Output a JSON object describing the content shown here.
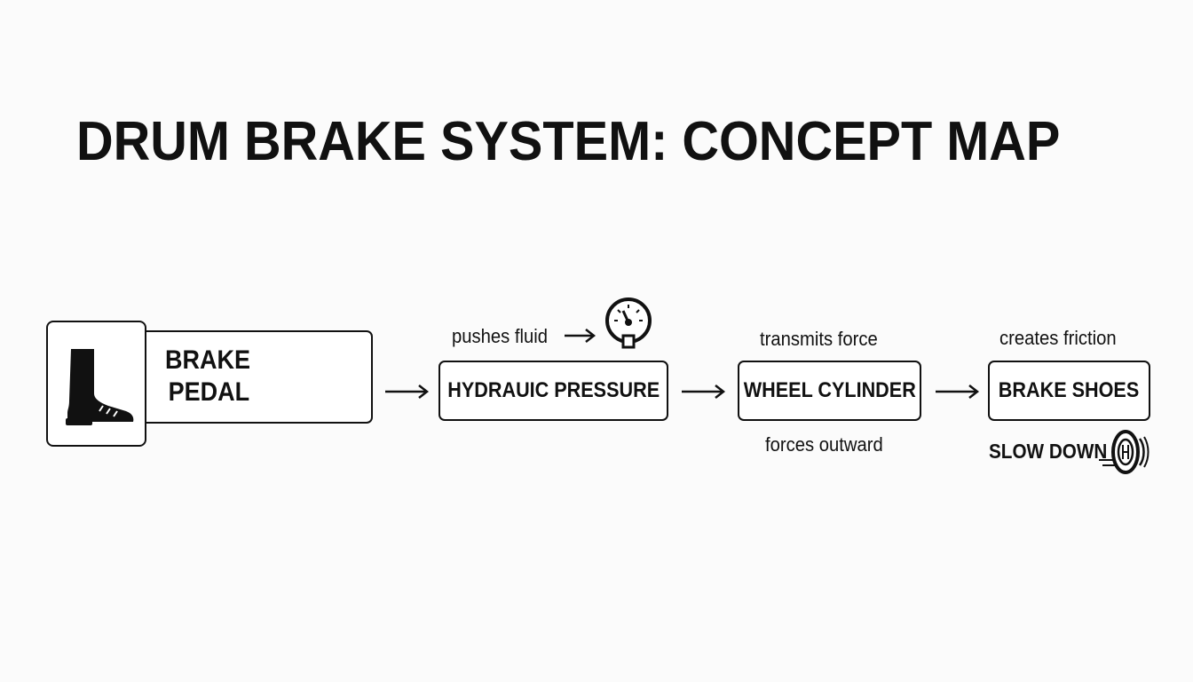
{
  "title": "DRUM BRAKE SYSTEM: CONCEPT MAP",
  "nodes": {
    "brake_pedal": {
      "line1": "BRAKE",
      "line2": "PEDAL",
      "icon": "boot-icon"
    },
    "hydraulic_pressure": {
      "label": "HYDRAUIC PRESSURE"
    },
    "wheel_cylinder": {
      "label": "WHEEL CYLINDER"
    },
    "brake_shoes": {
      "label": "BRAKE SHOES"
    }
  },
  "edge_labels": {
    "pushes_fluid": "pushes fluid",
    "transmits_force": "transmits force",
    "forces_outward": "forces outward",
    "creates_friction": "creates friction",
    "slow_down": "SLOW DOWN"
  },
  "icons": {
    "pressure_gauge": "pressure-gauge-icon",
    "wheel": "wheel-icon"
  }
}
